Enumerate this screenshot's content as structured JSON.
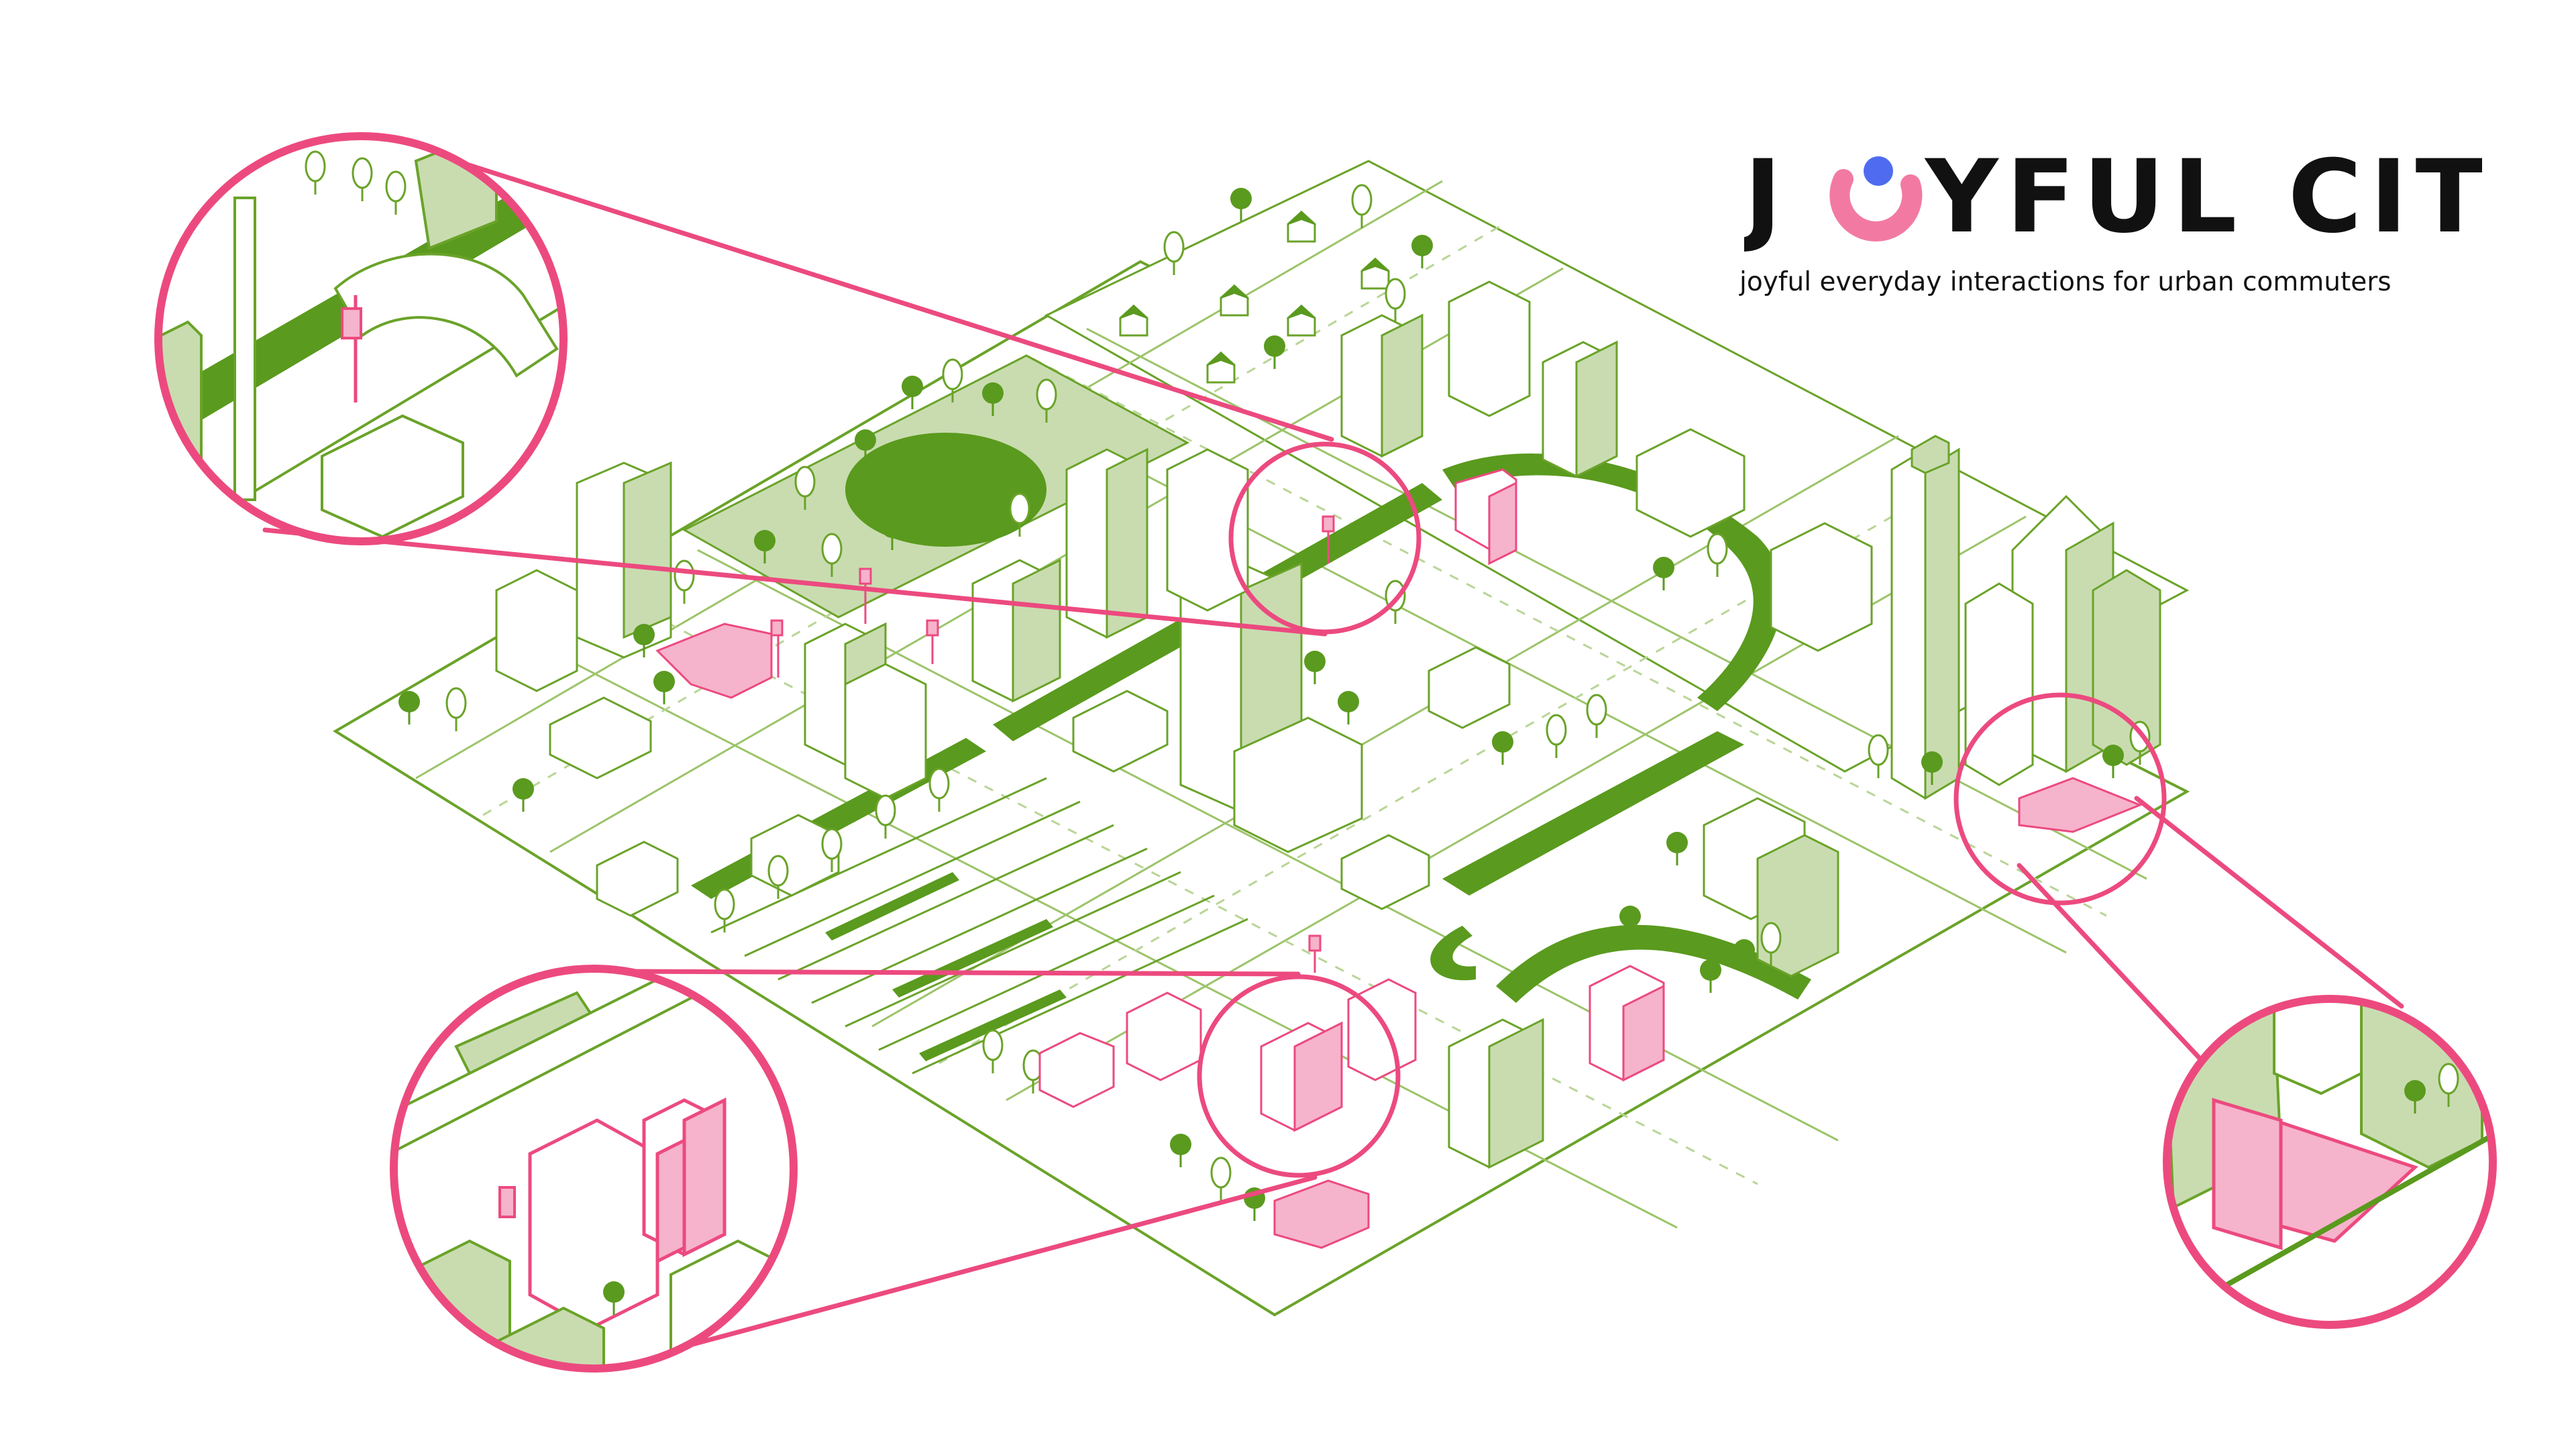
{
  "brand": {
    "title_prefix": "J",
    "title_suffix": "YFUL CITY",
    "tagline": "joyful everyday interactions for urban commuters"
  },
  "icons": {
    "logo_o": "ring-with-dot-icon",
    "tree": "tree-icon",
    "house": "house-icon",
    "kiosk": "kiosk-icon",
    "street-lamp": "street-lamp-icon",
    "bus-shelter": "bus-shelter-icon"
  },
  "colors": {
    "green_dark": "#5a9a1e",
    "green_line": "#6aa329",
    "green_fill": "#c9dcb0",
    "pink": "#ec4a7f",
    "pink_fill": "#f6b3cc",
    "blue_dot": "#4f6cf0",
    "text": "#111111"
  }
}
